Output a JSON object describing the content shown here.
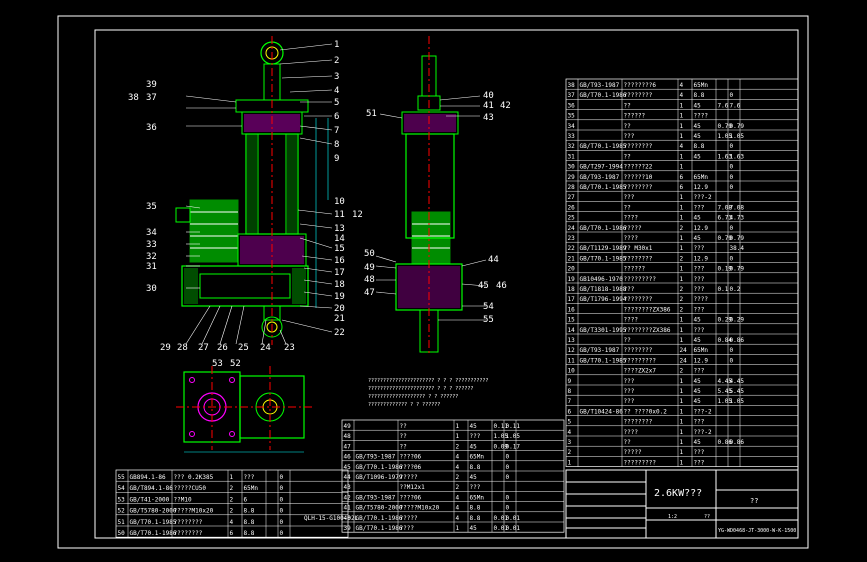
{
  "sheet": {
    "title_box_text": "2.6KW???",
    "title_box_sub": "??",
    "drawing_code": "YG-WD0468-JT-3000-W-K-1500",
    "scale_label": "1:2",
    "weight_label": "??"
  },
  "balloons_main": [
    "1",
    "2",
    "3",
    "4",
    "5",
    "6",
    "7",
    "8",
    "9",
    "10",
    "11",
    "12",
    "13",
    "14",
    "15",
    "16",
    "17",
    "18",
    "19",
    "20",
    "21",
    "22",
    "23",
    "24",
    "25",
    "26",
    "27",
    "28",
    "29",
    "30",
    "31",
    "32",
    "33",
    "34",
    "35",
    "36",
    "37",
    "38",
    "39"
  ],
  "balloons_side": [
    "40",
    "41",
    "42",
    "43",
    "44",
    "45",
    "46",
    "47",
    "48",
    "49",
    "50",
    "51",
    "54",
    "55"
  ],
  "balloons_plan": [
    "52",
    "53"
  ],
  "notes_lines": [
    "?????????????????????? ? ? ? ???????????",
    "?????????????????????? ? ? ? ??????",
    "??????????????????? ? ? ??????",
    "????????????? ? ? ??????"
  ],
  "parts_table_right": [
    [
      "38",
      "GB/T93-1987",
      "????????6",
      "4",
      "65Mn",
      "",
      ""
    ],
    [
      "37",
      "GB/T70.1-1986",
      "????????",
      "4",
      "8.8",
      "",
      "0"
    ],
    [
      "36",
      "",
      "??",
      "1",
      "45",
      "7.6",
      "7.6"
    ],
    [
      "35",
      "",
      "??????",
      "1",
      "????",
      "",
      ""
    ],
    [
      "34",
      "",
      "??",
      "1",
      "45",
      "0.79",
      "0.79"
    ],
    [
      "33",
      "",
      "???",
      "1",
      "45",
      "1.05",
      "1.05"
    ],
    [
      "32",
      "GB/T70.1-1985",
      "????????",
      "4",
      "8.8",
      "",
      "0"
    ],
    [
      "31",
      "",
      "??",
      "1",
      "45",
      "1.63",
      "1.63"
    ],
    [
      "30",
      "GB/T297-1994",
      "??????22",
      "1",
      "",
      "",
      "0"
    ],
    [
      "29",
      "GB/T93-1987",
      "??????10",
      "6",
      "65Mn",
      "",
      "0"
    ],
    [
      "28",
      "GB/T70.1-1985",
      "????????",
      "6",
      "12.9",
      "",
      "0"
    ],
    [
      "27",
      "",
      "???",
      "1",
      "???-2",
      "",
      ""
    ],
    [
      "26",
      "",
      "??",
      "1",
      "???",
      "7.08",
      "7.08"
    ],
    [
      "25",
      "",
      "????",
      "1",
      "45",
      "6.73",
      "4.73"
    ],
    [
      "24",
      "GB/T70.1-1986",
      "?????",
      "2",
      "12.9",
      "",
      "0"
    ],
    [
      "23",
      "",
      "????",
      "1",
      "45",
      "0.79",
      "0.79"
    ],
    [
      "22",
      "GB/T1129-1989",
      "?? M30x1",
      "1",
      "???",
      "",
      "38.4"
    ],
    [
      "21",
      "GB/T70.1-1985",
      "????????",
      "2",
      "12.9",
      "",
      "0"
    ],
    [
      "20",
      "",
      "??????",
      "1",
      "???",
      "0.19",
      "0.79"
    ],
    [
      "19",
      "GB10496-1970",
      "?????????",
      "1",
      "???",
      "",
      ""
    ],
    [
      "18",
      "GB/T1818-1988",
      "???",
      "2",
      "???",
      "0.1",
      "0.2"
    ],
    [
      "17",
      "GB/T1796-1994",
      "????????",
      "2",
      "????",
      "",
      ""
    ],
    [
      "16",
      "",
      "????????ZX386",
      "2",
      "???",
      "",
      ""
    ],
    [
      "15",
      "",
      "????",
      "1",
      "45",
      "0.29",
      "0.29"
    ],
    [
      "14",
      "GB/T3301-1995",
      "????????ZX386",
      "1",
      "???",
      "",
      ""
    ],
    [
      "13",
      "",
      "??",
      "1",
      "45",
      "0.84",
      "0.86"
    ],
    [
      "12",
      "GB/T93-1987",
      "????????",
      "24",
      "65Mn",
      "",
      "0"
    ],
    [
      "11",
      "GB/T70.1-1985",
      "?????????",
      "24",
      "12.9",
      "",
      "0"
    ],
    [
      "10",
      "",
      "????ZX2x7",
      "2",
      "???",
      "",
      ""
    ],
    [
      "9",
      "",
      "???",
      "1",
      "45",
      "4.45",
      "4.45"
    ],
    [
      "8",
      "",
      "???",
      "1",
      "45",
      "5.45",
      "5.45"
    ],
    [
      "7",
      "",
      "???",
      "1",
      "45",
      "1.05",
      "1.05"
    ],
    [
      "6",
      "GB/T10424-86",
      "?? ????0x0.2",
      "1",
      "???-2",
      "",
      ""
    ],
    [
      "5",
      "",
      "????????",
      "1",
      "???",
      "",
      ""
    ],
    [
      "4",
      "",
      "????",
      "1",
      "???-2",
      "",
      ""
    ],
    [
      "3",
      "",
      "??",
      "1",
      "45",
      "0.86",
      "0.86"
    ],
    [
      "2",
      "",
      "?????",
      "1",
      "???",
      "",
      ""
    ],
    [
      "1",
      "",
      "????????? ",
      "1",
      "???",
      "",
      ""
    ]
  ],
  "parts_table_bottom_left": [
    [
      "55",
      "GB894.1-86",
      "??? 0.2K385",
      "1",
      "???",
      "",
      "0"
    ],
    [
      "54",
      "GB/T894.1-86",
      "?????CU50",
      "2",
      "65Mn",
      "",
      "0"
    ],
    [
      "53",
      "GB/T41-2000",
      "??M10",
      "2",
      "6",
      "",
      "0"
    ],
    [
      "52",
      "GB/T5780-2000",
      "?????M10x20",
      "2",
      "8.8",
      "",
      "0"
    ],
    [
      "51",
      "GB/T70.1-1985",
      "????????",
      "4",
      "8.8",
      "",
      "0"
    ],
    [
      "50",
      "GB/T70.1-1986",
      "????????",
      "6",
      "8.8",
      "",
      "0"
    ]
  ],
  "parts_table_bottom_mid": [
    [
      "49",
      "",
      "??",
      "1",
      "45",
      "0.11",
      "0.11"
    ],
    [
      "48",
      "",
      "??",
      "1",
      "???",
      "1.05",
      "1.05"
    ],
    [
      "47",
      "",
      "??",
      "2",
      "45",
      "0.09",
      "0.17"
    ],
    [
      "46",
      "GB/T93-1987",
      "????06",
      "4",
      "65Mn",
      "",
      "0"
    ],
    [
      "45",
      "GB/T70.1-1986",
      "????06",
      "4",
      "8.8",
      "",
      "0"
    ],
    [
      "44",
      "GB/T1096-1979",
      "?????",
      "2",
      "45",
      "",
      "0"
    ],
    [
      "43",
      "",
      "??M12x1",
      "2",
      "???",
      "",
      ""
    ],
    [
      "42",
      "GB/T93-1987",
      "????06",
      "4",
      "65Mn",
      "",
      "0"
    ],
    [
      "41",
      "GB/T5780-2000",
      "?????M10x20",
      "4",
      "8.8",
      "",
      "0"
    ],
    [
      "40",
      "GB/T70.1-1986",
      "?????",
      "4",
      "8.8",
      "0.01",
      "0.01"
    ],
    [
      "39",
      "GB/T70.1-1986",
      "????",
      "1",
      "45",
      "0.01",
      "0.01"
    ]
  ],
  "motor_label": "QLH-15-G100-02L",
  "colors": {
    "frame": "#ffffff",
    "outline": "#00ff00",
    "center": "#ff0000",
    "balloon": "#ffffff",
    "hatch": "#ff00ff",
    "dim": "#00ffff",
    "table_text": "#ffffff"
  }
}
